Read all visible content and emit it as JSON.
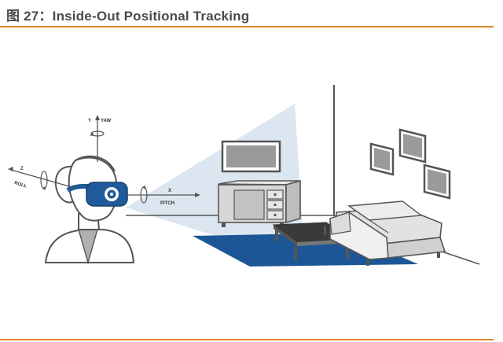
{
  "caption": {
    "figure_label": "图 27：",
    "title": "Inside-Out Positional Tracking"
  },
  "diagram": {
    "axis_labels": {
      "yaw_letter": "Y",
      "yaw": "YAW",
      "roll_letter": "Z",
      "roll": "ROLL",
      "pitch_letter": "X",
      "pitch": "PITCH"
    },
    "colors": {
      "accent_rule": "#e0862b",
      "headset_blue": "#1f5a9a",
      "rug_blue": "#1d5697",
      "view_cone": "#dbe6f1",
      "line_gray": "#555555"
    }
  }
}
